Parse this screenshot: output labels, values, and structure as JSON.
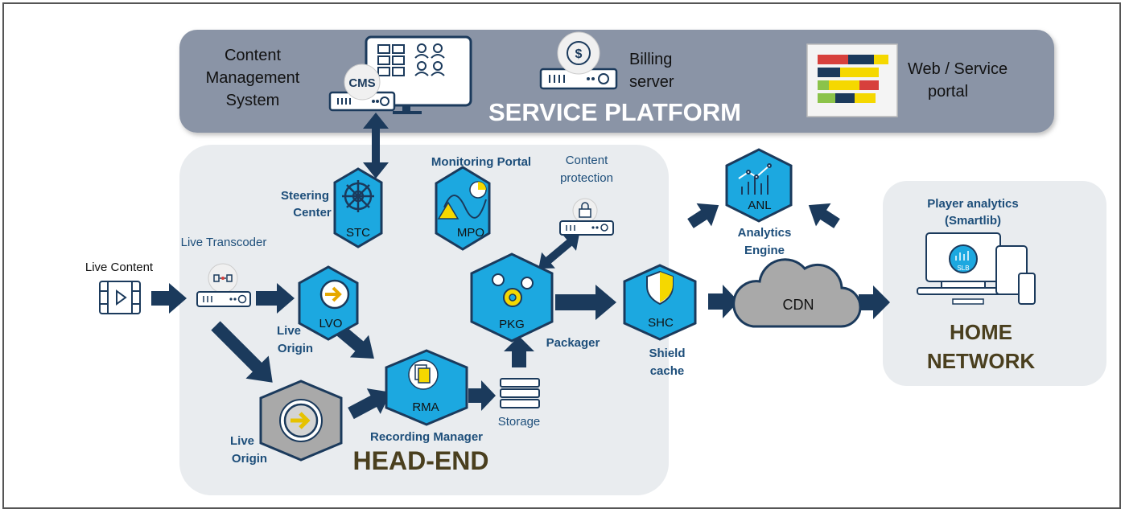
{
  "service_platform": {
    "title": "SERVICE PLATFORM",
    "cms_label": [
      "Content",
      "Management",
      "System"
    ],
    "cms_badge": "CMS",
    "billing_label": [
      "Billing",
      "server"
    ],
    "billing_symbol": "$",
    "portal_label": [
      "Web / Service",
      "portal"
    ]
  },
  "head_end": {
    "title": "HEAD-END",
    "steering_label": [
      "Steering",
      "Center"
    ],
    "monitoring_label": "Monitoring Portal",
    "content_protection_label": [
      "Content",
      "protection"
    ],
    "live_transcoder_label": "Live Transcoder",
    "live_origin_label": [
      "Live",
      "Origin"
    ],
    "live_origin2_label": [
      "Live",
      "Origin"
    ],
    "recording_label": "Recording Manager",
    "packager_label": "Packager",
    "storage_label": "Storage"
  },
  "nodes": {
    "stc": "STC",
    "mpo": "MPO",
    "lvo": "LVO",
    "pkg": "PKG",
    "rma": "RMA",
    "shc": "SHC",
    "anl": "ANL"
  },
  "live_content_label": "Live Content",
  "shield_label": [
    "Shield",
    "cache"
  ],
  "analytics_label": [
    "Analytics",
    "Engine"
  ],
  "cdn_label": "CDN",
  "home": {
    "title": [
      "HOME",
      "NETWORK"
    ],
    "player_label": [
      "Player analytics",
      "(Smartlib)"
    ],
    "slb_badge": "SLB"
  },
  "colors": {
    "hex_fill": "#1ca8e0",
    "arrow": "#1b3a5c",
    "platform_bg": "#8a94a6",
    "headend_bg": "#e9ecef",
    "title_dark": "#4a3f1e",
    "label_blue": "#1d4e7a",
    "accent_yellow": "#f5d800",
    "grey_node": "#a9a9a9"
  },
  "icons": [
    "cms-server-icon",
    "billing-server-icon",
    "portal-board-icon",
    "helm-icon",
    "monitoring-chart-icon",
    "lock-server-icon",
    "transcoder-server-icon",
    "film-icon",
    "arrow-circle-icon",
    "gears-icon",
    "documents-icon",
    "storage-stack-icon",
    "shield-icon",
    "analytics-chart-icon",
    "cloud-icon",
    "devices-icon"
  ]
}
